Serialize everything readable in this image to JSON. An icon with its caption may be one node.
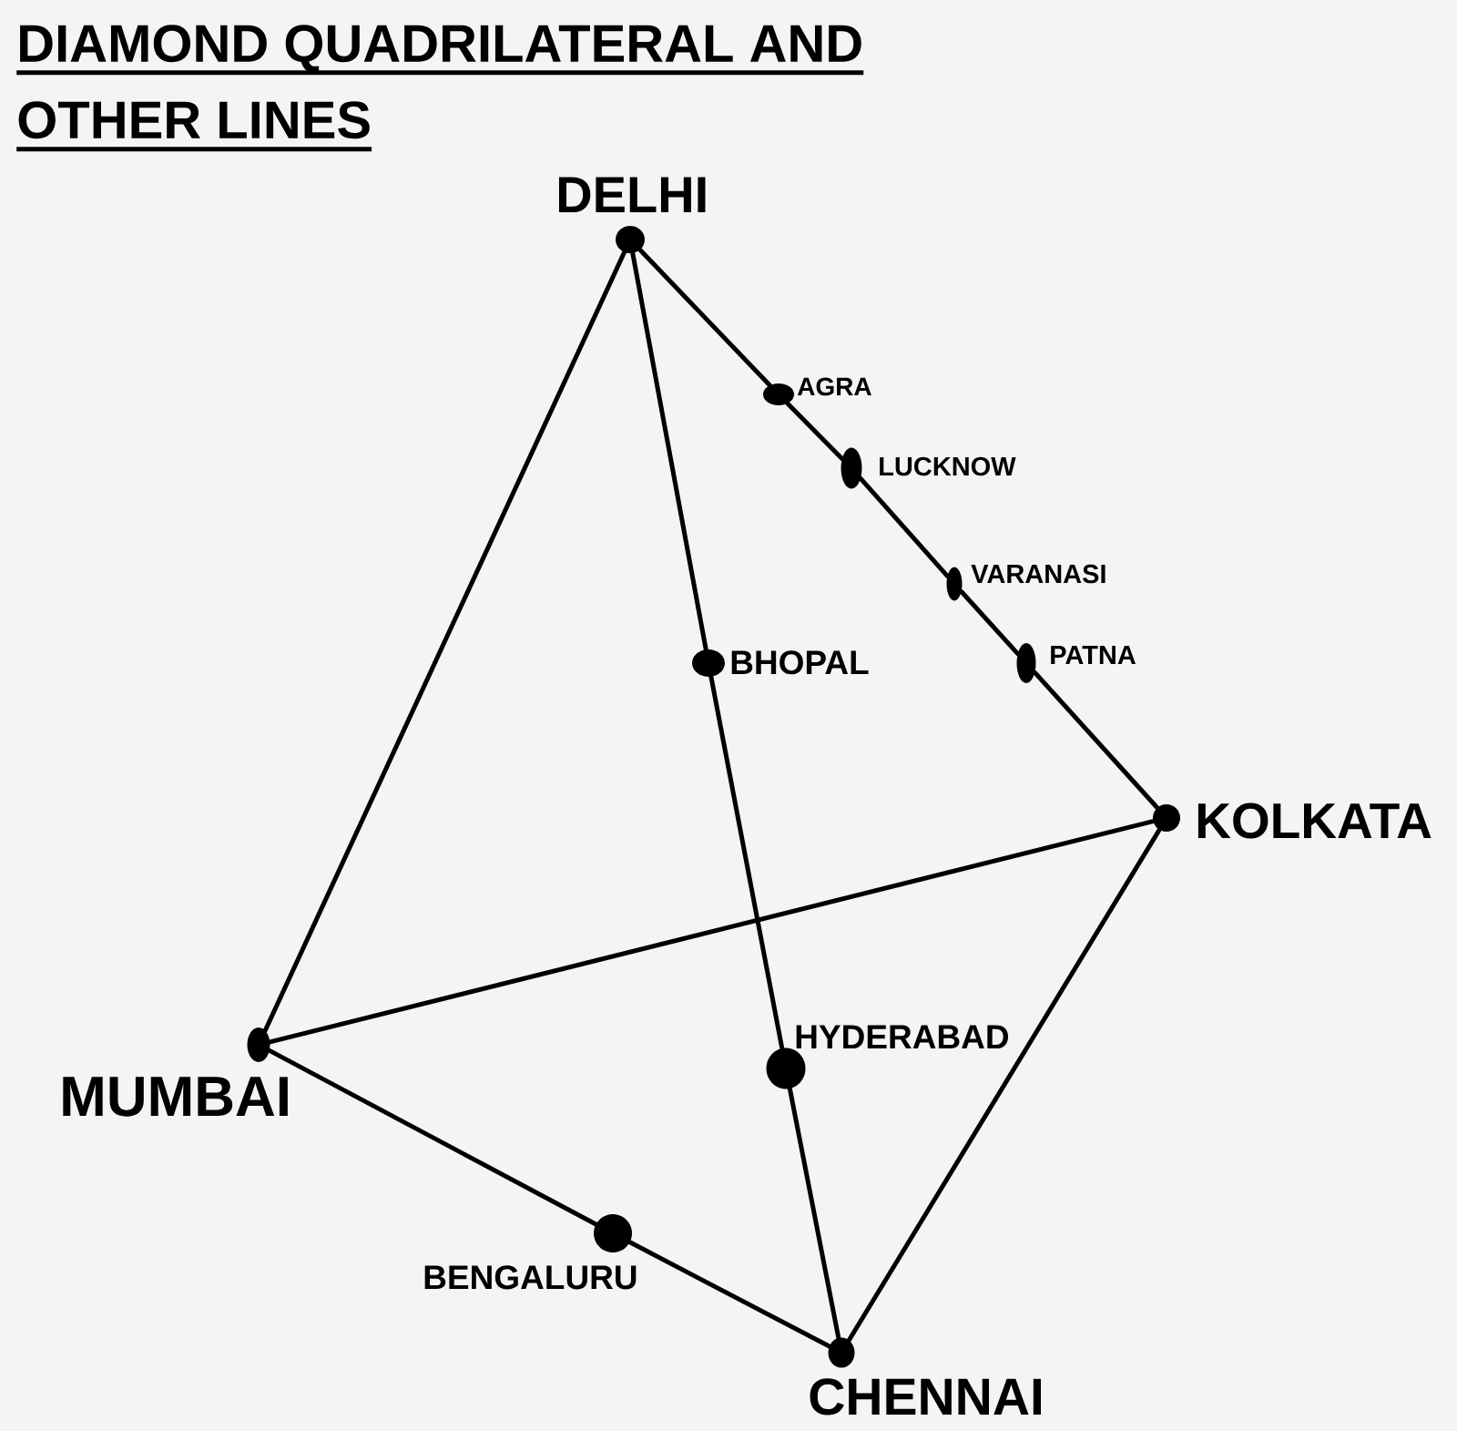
{
  "diagram": {
    "title": "DIAMOND QUADRILATERAL AND OTHER LINES",
    "nodes": [
      {
        "text": [],
        "shape": "circle",
        "beside": [
          "DELHI"
        ]
      },
      {
        "text": [],
        "shape": "circle",
        "beside": [
          "AGRA"
        ]
      },
      {
        "text": [],
        "shape": "circle",
        "beside": [
          "LUCKNOW"
        ]
      },
      {
        "text": [],
        "shape": "circle",
        "beside": [
          "VARANASI"
        ]
      },
      {
        "text": [],
        "shape": "circle",
        "beside": [
          "BHOPAL"
        ]
      },
      {
        "text": [],
        "shape": "circle",
        "beside": [
          "PATNA"
        ]
      },
      {
        "text": [],
        "shape": "circle",
        "beside": [
          "KOLKATA"
        ]
      },
      {
        "text": [],
        "shape": "circle",
        "beside": [
          "MUMBAI"
        ]
      },
      {
        "text": [],
        "shape": "circle",
        "beside": [
          "HYDERABAD"
        ]
      },
      {
        "text": [],
        "shape": "circle",
        "beside": [
          "BENGALURU"
        ]
      },
      {
        "text": [],
        "shape": "circle",
        "beside": [
          "CHENNAI"
        ]
      }
    ],
    "edges": [
      {
        "from": 0,
        "to": 7,
        "arrow": "none"
      },
      {
        "from": 0,
        "to": 1,
        "arrow": "none"
      },
      {
        "from": 1,
        "to": 2,
        "arrow": "none"
      },
      {
        "from": 2,
        "to": 3,
        "arrow": "none"
      },
      {
        "from": 3,
        "to": 5,
        "arrow": "none"
      },
      {
        "from": 5,
        "to": 6,
        "arrow": "none"
      },
      {
        "from": 0,
        "to": 4,
        "arrow": "none"
      },
      {
        "from": 4,
        "to": 8,
        "arrow": "none"
      },
      {
        "from": 8,
        "to": 10,
        "arrow": "none"
      },
      {
        "from": 7,
        "to": 6,
        "arrow": "none"
      },
      {
        "from": 7,
        "to": 9,
        "arrow": "none"
      },
      {
        "from": 9,
        "to": 10,
        "arrow": "none"
      },
      {
        "from": 6,
        "to": 10,
        "arrow": "none"
      }
    ]
  }
}
